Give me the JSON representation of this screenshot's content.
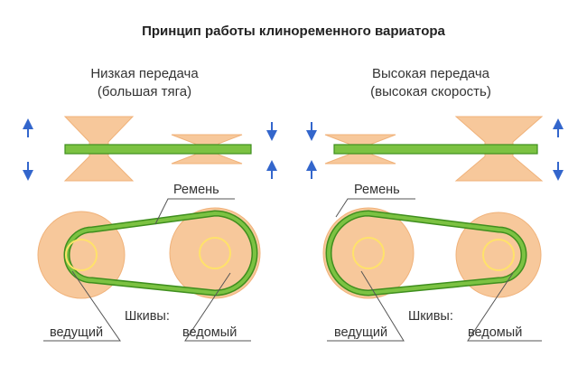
{
  "title": "Принцип работы клиноременного вариатора",
  "left": {
    "mode": "Низкая передача",
    "mode_note": "(большая тяга)",
    "belt_label": "Ремень",
    "pulleys_label": "Шкивы:",
    "drive_label": "ведущий",
    "driven_label": "ведомый"
  },
  "right": {
    "mode": "Высокая передача",
    "mode_note": "(высокая скорость)",
    "belt_label": "Ремень",
    "pulleys_label": "Шкивы:",
    "drive_label": "ведущий",
    "driven_label": "ведомый"
  },
  "colors": {
    "pulley_fill": "#F7C89B",
    "pulley_edge": "#F0B27A",
    "belt_green": "#7CC242",
    "belt_edge": "#3F8F1E",
    "hub_yellow": "#FFE26A",
    "arrow_blue": "#3366CC",
    "leader_gray": "#555555"
  },
  "icons": [
    "arrow-up-icon",
    "arrow-down-icon"
  ]
}
